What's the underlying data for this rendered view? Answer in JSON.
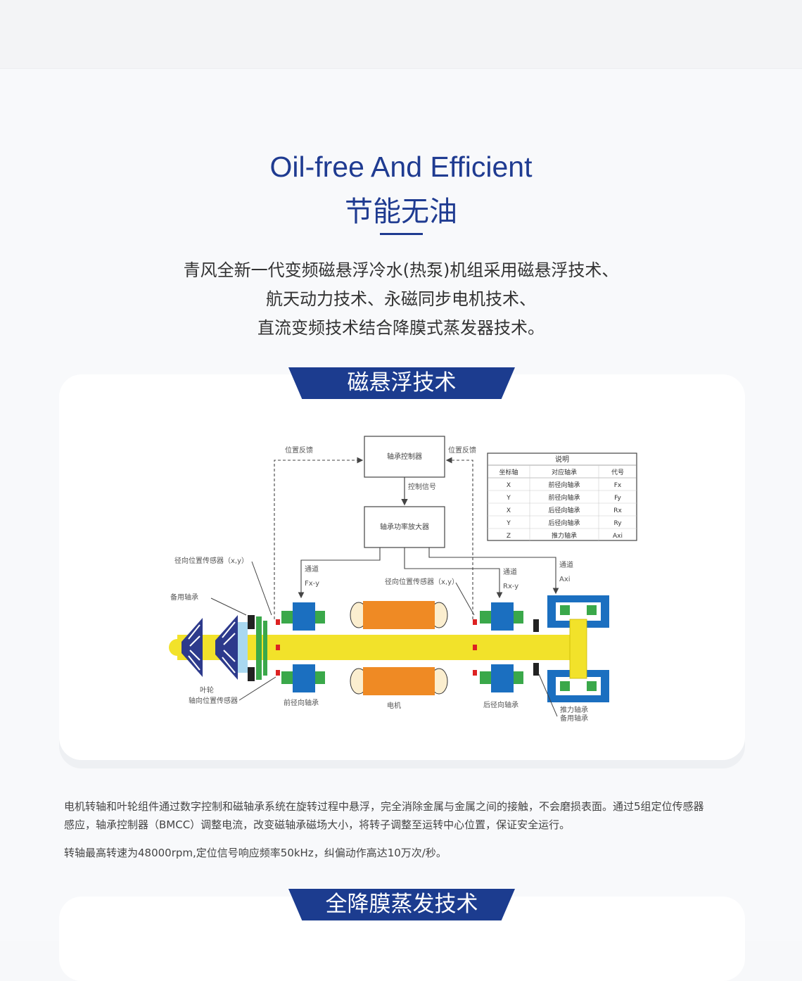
{
  "header": {
    "title_en": "Oil-free And Efficient",
    "title_cn": "节能无油"
  },
  "intro": {
    "lines": [
      "青风全新一代变频磁悬浮冷水(热泵)机组采用磁悬浮技术、",
      "航天动力技术、永磁同步电机技术、",
      "直流变频技术结合降膜式蒸发器技术。"
    ]
  },
  "section1": {
    "banner": "磁悬浮技术",
    "diagram": {
      "controller": "轴承控制器",
      "control_signal": "控制信号",
      "amplifier": "轴承功率放大器",
      "pos_feedback_left": "位置反馈",
      "pos_feedback_right": "位置反馈",
      "radial_sensor_left": "径向位置传感器（x,y）",
      "radial_sensor_mid": "径向位置传感器（x,y）",
      "backup_bearing": "备用轴承",
      "channel_fx_1": "通道",
      "channel_fx_2": "Fx-y",
      "channel_rx_1": "通道",
      "channel_rx_2": "Rx-y",
      "channel_axi_1": "通道",
      "channel_axi_2": "Axi",
      "impeller": "叶轮",
      "axial_sensor": "轴向位置传感器",
      "front_bearing": "前径向轴承",
      "motor": "电机",
      "rear_bearing": "后径向轴承",
      "thrust_bearing": "推力轴承",
      "backup_bearing_2": "备用轴承",
      "legend": {
        "title": "说明",
        "headers": [
          "坐标轴",
          "对应轴承",
          "代号"
        ],
        "rows": [
          [
            "X",
            "前径向轴承",
            "Fx"
          ],
          [
            "Y",
            "前径向轴承",
            "Fy"
          ],
          [
            "X",
            "后径向轴承",
            "Rx"
          ],
          [
            "Y",
            "后径向轴承",
            "Ry"
          ],
          [
            "Z",
            "推力轴承",
            "Axi"
          ]
        ]
      }
    },
    "para1_line1": "电机转轴和叶轮组件通过数字控制和磁轴承系统在旋转过程中悬浮，完全消除金属与金属之间的接触，不会磨损表面。通过5组定位传感器",
    "para1_line2": "感应，轴承控制器（BMCC）调整电流，改变磁轴承磁场大小，将转子调整至运转中心位置，保证安全运行。",
    "para2": "转轴最高转速为48000rpm,定位信号响应频率50kHz，纠偏动作高达10万次/秒。"
  },
  "section2": {
    "banner": "全降膜蒸发技术"
  },
  "colors": {
    "brand_blue": "#1c3c8f",
    "shaft_yellow": "#f2e22a",
    "bearing_blue": "#1b6fc0",
    "bearing_green": "#3aa84a",
    "motor_orange": "#ef8a24"
  }
}
